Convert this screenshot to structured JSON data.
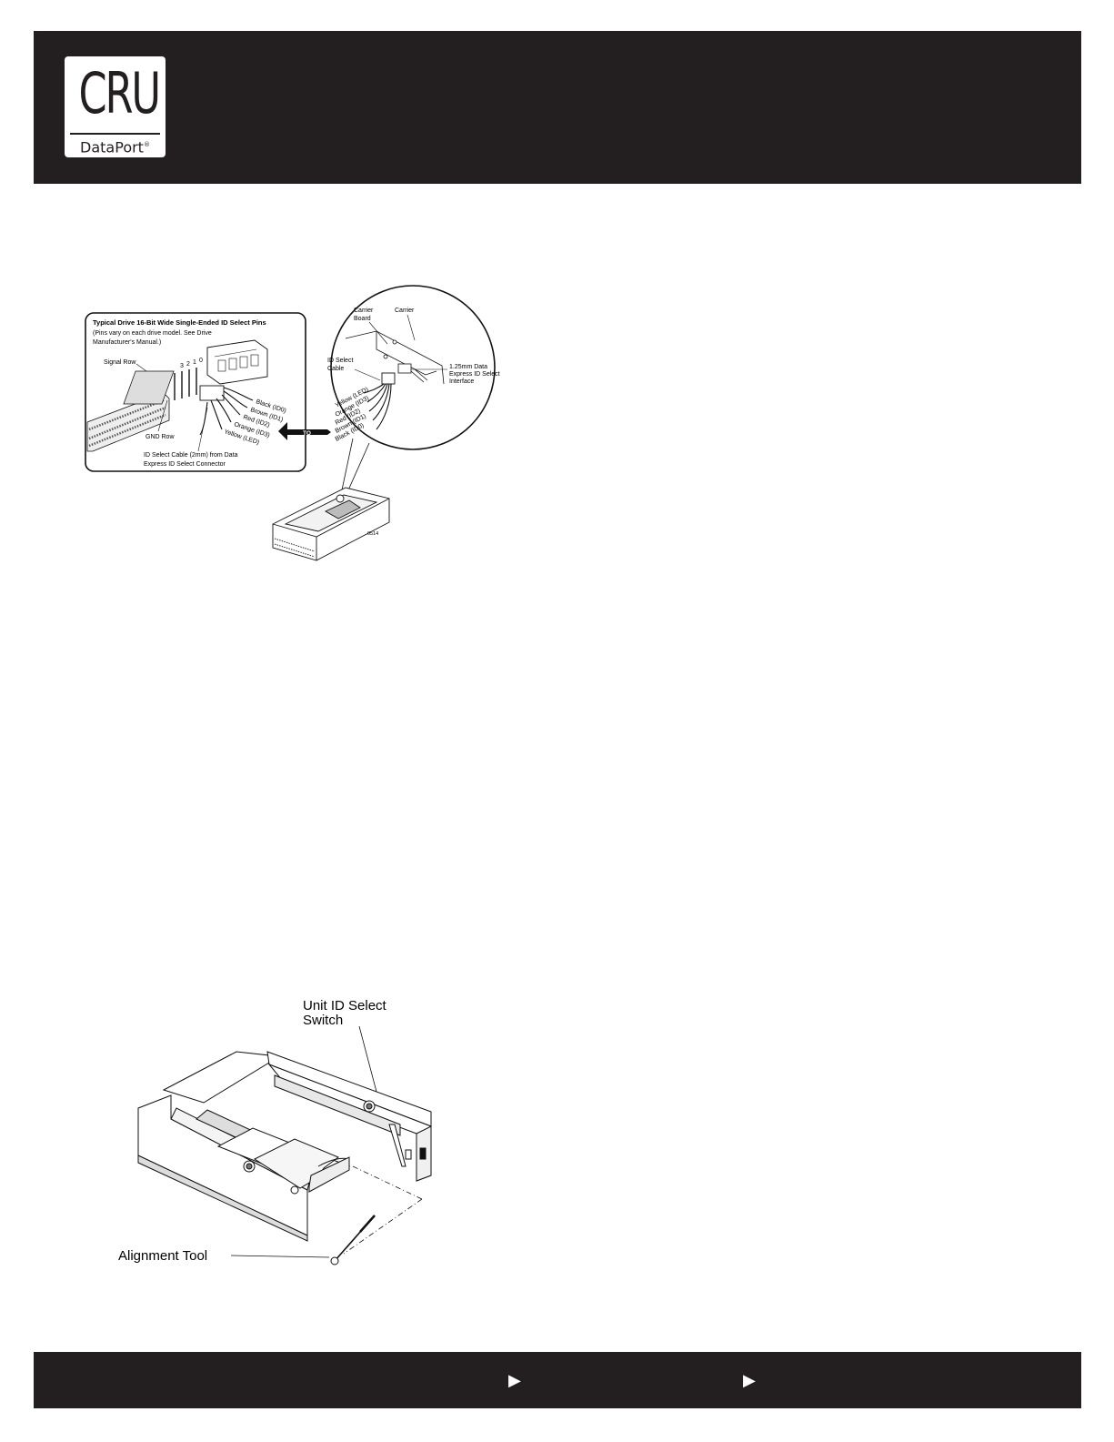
{
  "header": {
    "logo_main": "CRU",
    "logo_sub": "DataPort",
    "logo_mark": "®"
  },
  "figure1": {
    "inset_title": "Typical Drive 16-Bit Wide Single-Ended ID Select Pins",
    "inset_note_line1": "(Pins vary on each drive model. See Drive",
    "inset_note_line2": "Manufacturer's Manual.)",
    "signal_row": "Signal Row",
    "gnd_row": "GND Row",
    "pin_numbers": [
      "3",
      "2",
      "1",
      "0"
    ],
    "left_wires": [
      "Black (ID0)",
      "Brown (ID1)",
      "Red (ID2)",
      "Orange (ID3)",
      "Yellow (LED)"
    ],
    "cable_caption_line1": "ID Select Cable (2mm) from Data",
    "cable_caption_line2": "Express ID Select Connector",
    "to_label": "TO",
    "carrier_board_line1": "Carrier",
    "carrier_board_line2": "Board",
    "carrier": "Carrier",
    "id_select_cable_line1": "ID Select",
    "id_select_cable_line2": "Cable",
    "interface_line1": "1.25mm Data",
    "interface_line2": "Express ID Select",
    "interface_line3": "Interface",
    "right_wires": [
      "Yellow (LED)",
      "Orange (ID3)",
      "Red (ID2)",
      "Brown (ID1)",
      "Black (ID0)"
    ],
    "figure_number": "0514"
  },
  "figure2": {
    "switch_line1": "Unit ID Select",
    "switch_line2": "Switch",
    "alignment_tool": "Alignment Tool"
  },
  "footer": {
    "arrow_glyph": "▶"
  }
}
